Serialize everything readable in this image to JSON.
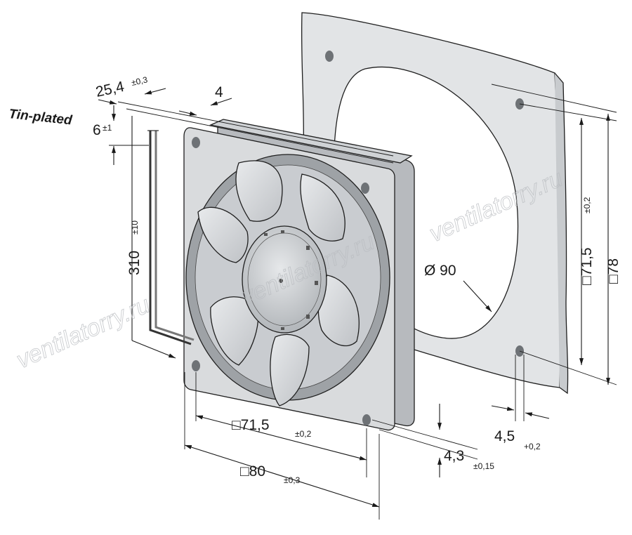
{
  "labels": {
    "tin_plated": "Tin-plated"
  },
  "dimensions": {
    "width_top": {
      "value": "25,4",
      "tol": "±0,3"
    },
    "spacing_top": {
      "value": "4"
    },
    "lead_end": {
      "value": "6",
      "tol": "±1"
    },
    "cable_length": {
      "value": "310",
      "tol": "±10"
    },
    "hole_dia": {
      "value": "Ø 90"
    },
    "gasket_hole_spacing": {
      "value": "□71,5",
      "tol": "±0,2"
    },
    "gasket_size": {
      "value": "□78"
    },
    "fan_hole_spacing": {
      "value": "□71,5",
      "tol": "±0,2"
    },
    "fan_size": {
      "value": "□80",
      "tol": "±0,3"
    },
    "hole_small": {
      "value": "4,5",
      "tol": "+0,2"
    },
    "flange": {
      "value": "4,3",
      "tol": "±0,15"
    }
  },
  "watermark": {
    "text": "ventilatorry.ru"
  },
  "colors": {
    "body": "#d9dbdd",
    "body_dark": "#b7babe",
    "gasket": "#e2e4e6",
    "line": "#1a1a1a"
  }
}
